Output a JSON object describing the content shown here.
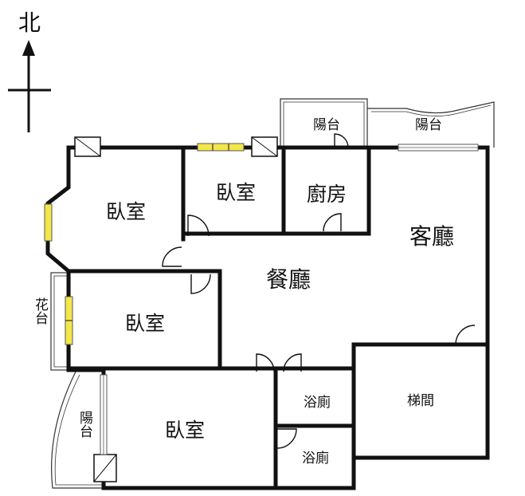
{
  "compass": {
    "north_label": "北"
  },
  "rooms": {
    "bedroom_nw": "臥室",
    "bedroom_n": "臥室",
    "kitchen": "廚房",
    "living_room": "客廳",
    "dining_room": "餐廳",
    "bedroom_w": "臥室",
    "bedroom_sw": "臥室",
    "bathroom_1": "浴廁",
    "bathroom_2": "浴廁",
    "stairwell": "梯間",
    "balcony_kitchen": "陽台",
    "balcony_living": "陽台",
    "balcony_sw": "陽台",
    "planter": "花台"
  }
}
